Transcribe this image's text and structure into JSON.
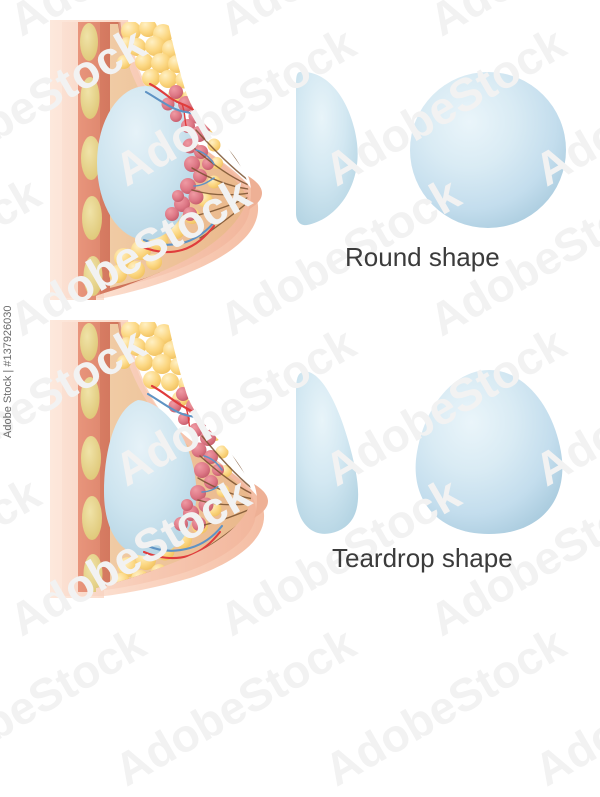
{
  "illustration": {
    "title_round": "Round shape",
    "title_teardrop": "Teardrop shape",
    "background_color": "#ffffff",
    "caption_color": "#3b3b3b"
  },
  "watermark": {
    "brand": "AdobeStock",
    "id_line": "Adobe Stock | #137926030",
    "tile_color": "#f2f2f2"
  },
  "panels": [
    {
      "name": "round",
      "caption": "Round shape",
      "anatomy_label": "breast-cross-section-round-implant",
      "implant_profile_label": "round-implant-side-profile",
      "implant_front_label": "round-implant-front-view"
    },
    {
      "name": "teardrop",
      "caption": "Teardrop shape",
      "anatomy_label": "breast-cross-section-teardrop-implant",
      "implant_profile_label": "teardrop-implant-side-profile",
      "implant_front_label": "teardrop-implant-front-view"
    }
  ],
  "palette": {
    "skin_outer": "#f8d3c0",
    "skin_mid": "#f3b89f",
    "muscle": "#e08c74",
    "muscle_dark": "#c9705a",
    "rib": "#e8d58a",
    "fat_tissue": "#fbd88a",
    "fat_tissue_light": "#fde9b8",
    "gland": "#e2808a",
    "gland_dark": "#c9626e",
    "duct": "#7a5230",
    "artery": "#e03c3c",
    "vein": "#5f93c4",
    "implant_light": "#e4f1f7",
    "implant_mid": "#cde4ef",
    "implant_edge": "#a8cbdd",
    "stroma": "#edbf95"
  }
}
